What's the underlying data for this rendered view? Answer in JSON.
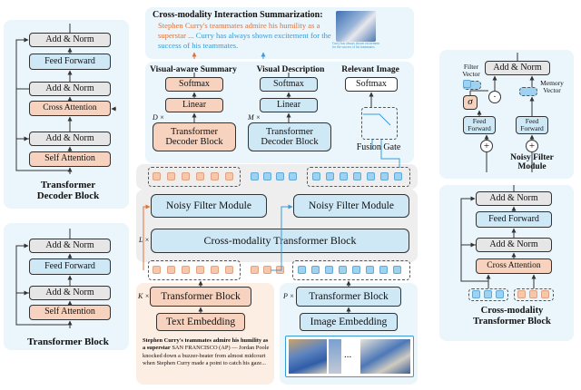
{
  "left_decoder": {
    "add_norm_1": "Add & Norm",
    "feed_forward": "Feed Forward",
    "add_norm_2": "Add & Norm",
    "cross_attention": "Cross Attention",
    "add_norm_3": "Add & Norm",
    "self_attention": "Self Attention",
    "title": "Transformer\nDecoder Block"
  },
  "left_encoder": {
    "add_norm_1": "Add & Norm",
    "feed_forward": "Feed Forward",
    "add_norm_2": "Add & Norm",
    "self_attention": "Self Attention",
    "title": "Transformer Block"
  },
  "summary": {
    "title": "Cross-modality Interaction Summarization:",
    "text_part1": "Stephen Curry's teammates admire his humility as a superstar ...",
    "text_part2": "Curry has always shown excitement for the success of his teammates.",
    "image_caption": "Curry has always shown excitement for the success of his teammates."
  },
  "heads": {
    "visual_summary_label": "Visual-aware Summary",
    "visual_desc_label": "Visual Description",
    "relevant_image_label": "Relevant Image",
    "softmax": "Softmax",
    "linear": "Linear",
    "decoder_block": "Transformer\nDecoder Block",
    "fusion_gate": "Fusion Gate",
    "d_mult": "D ×",
    "m_mult": "M ×"
  },
  "middle": {
    "noisy_filter_1": "Noisy Filter Module",
    "noisy_filter_2": "Noisy Filter Module",
    "cross_modal_block": "Cross-modality Transformer Block",
    "l_mult": "L ×",
    "transformer_block_1": "Transformer Block",
    "transformer_block_2": "Transformer Block",
    "k_mult": "K ×",
    "p_mult": "P ×",
    "text_embedding": "Text Embedding",
    "image_embedding": "Image Embedding"
  },
  "article": {
    "bold": "Stephen Curry's teammates admire his humility as a superstar",
    "rest": " SAN FRANCISCO (AP) — Jordan Poole knocked down a buzzer-beater from almost midcourt when Stephen Curry made a point to catch his gaze...",
    "ellipsis": "..."
  },
  "right_filter": {
    "add_norm": "Add & Norm",
    "filter_vector": "Filter\nVector",
    "memory_vector": "Memory\nVector",
    "sigma": "σ",
    "feed_forward_1": "Feed\nForward",
    "feed_forward_2": "Feed\nForward",
    "title": "Noisy Filter\nModule"
  },
  "right_cross": {
    "add_norm_1": "Add & Norm",
    "feed_forward": "Feed Forward",
    "add_norm_2": "Add & Norm",
    "cross_attention": "Cross Attention",
    "title": "Cross-modality\nTransformer Block"
  },
  "colors": {
    "blue_panel": "#eaf5fc",
    "orange_panel": "#fdeee4",
    "gray_panel": "#eeeeee",
    "text_orange": "#e0733a",
    "text_blue": "#3a9bd6"
  }
}
